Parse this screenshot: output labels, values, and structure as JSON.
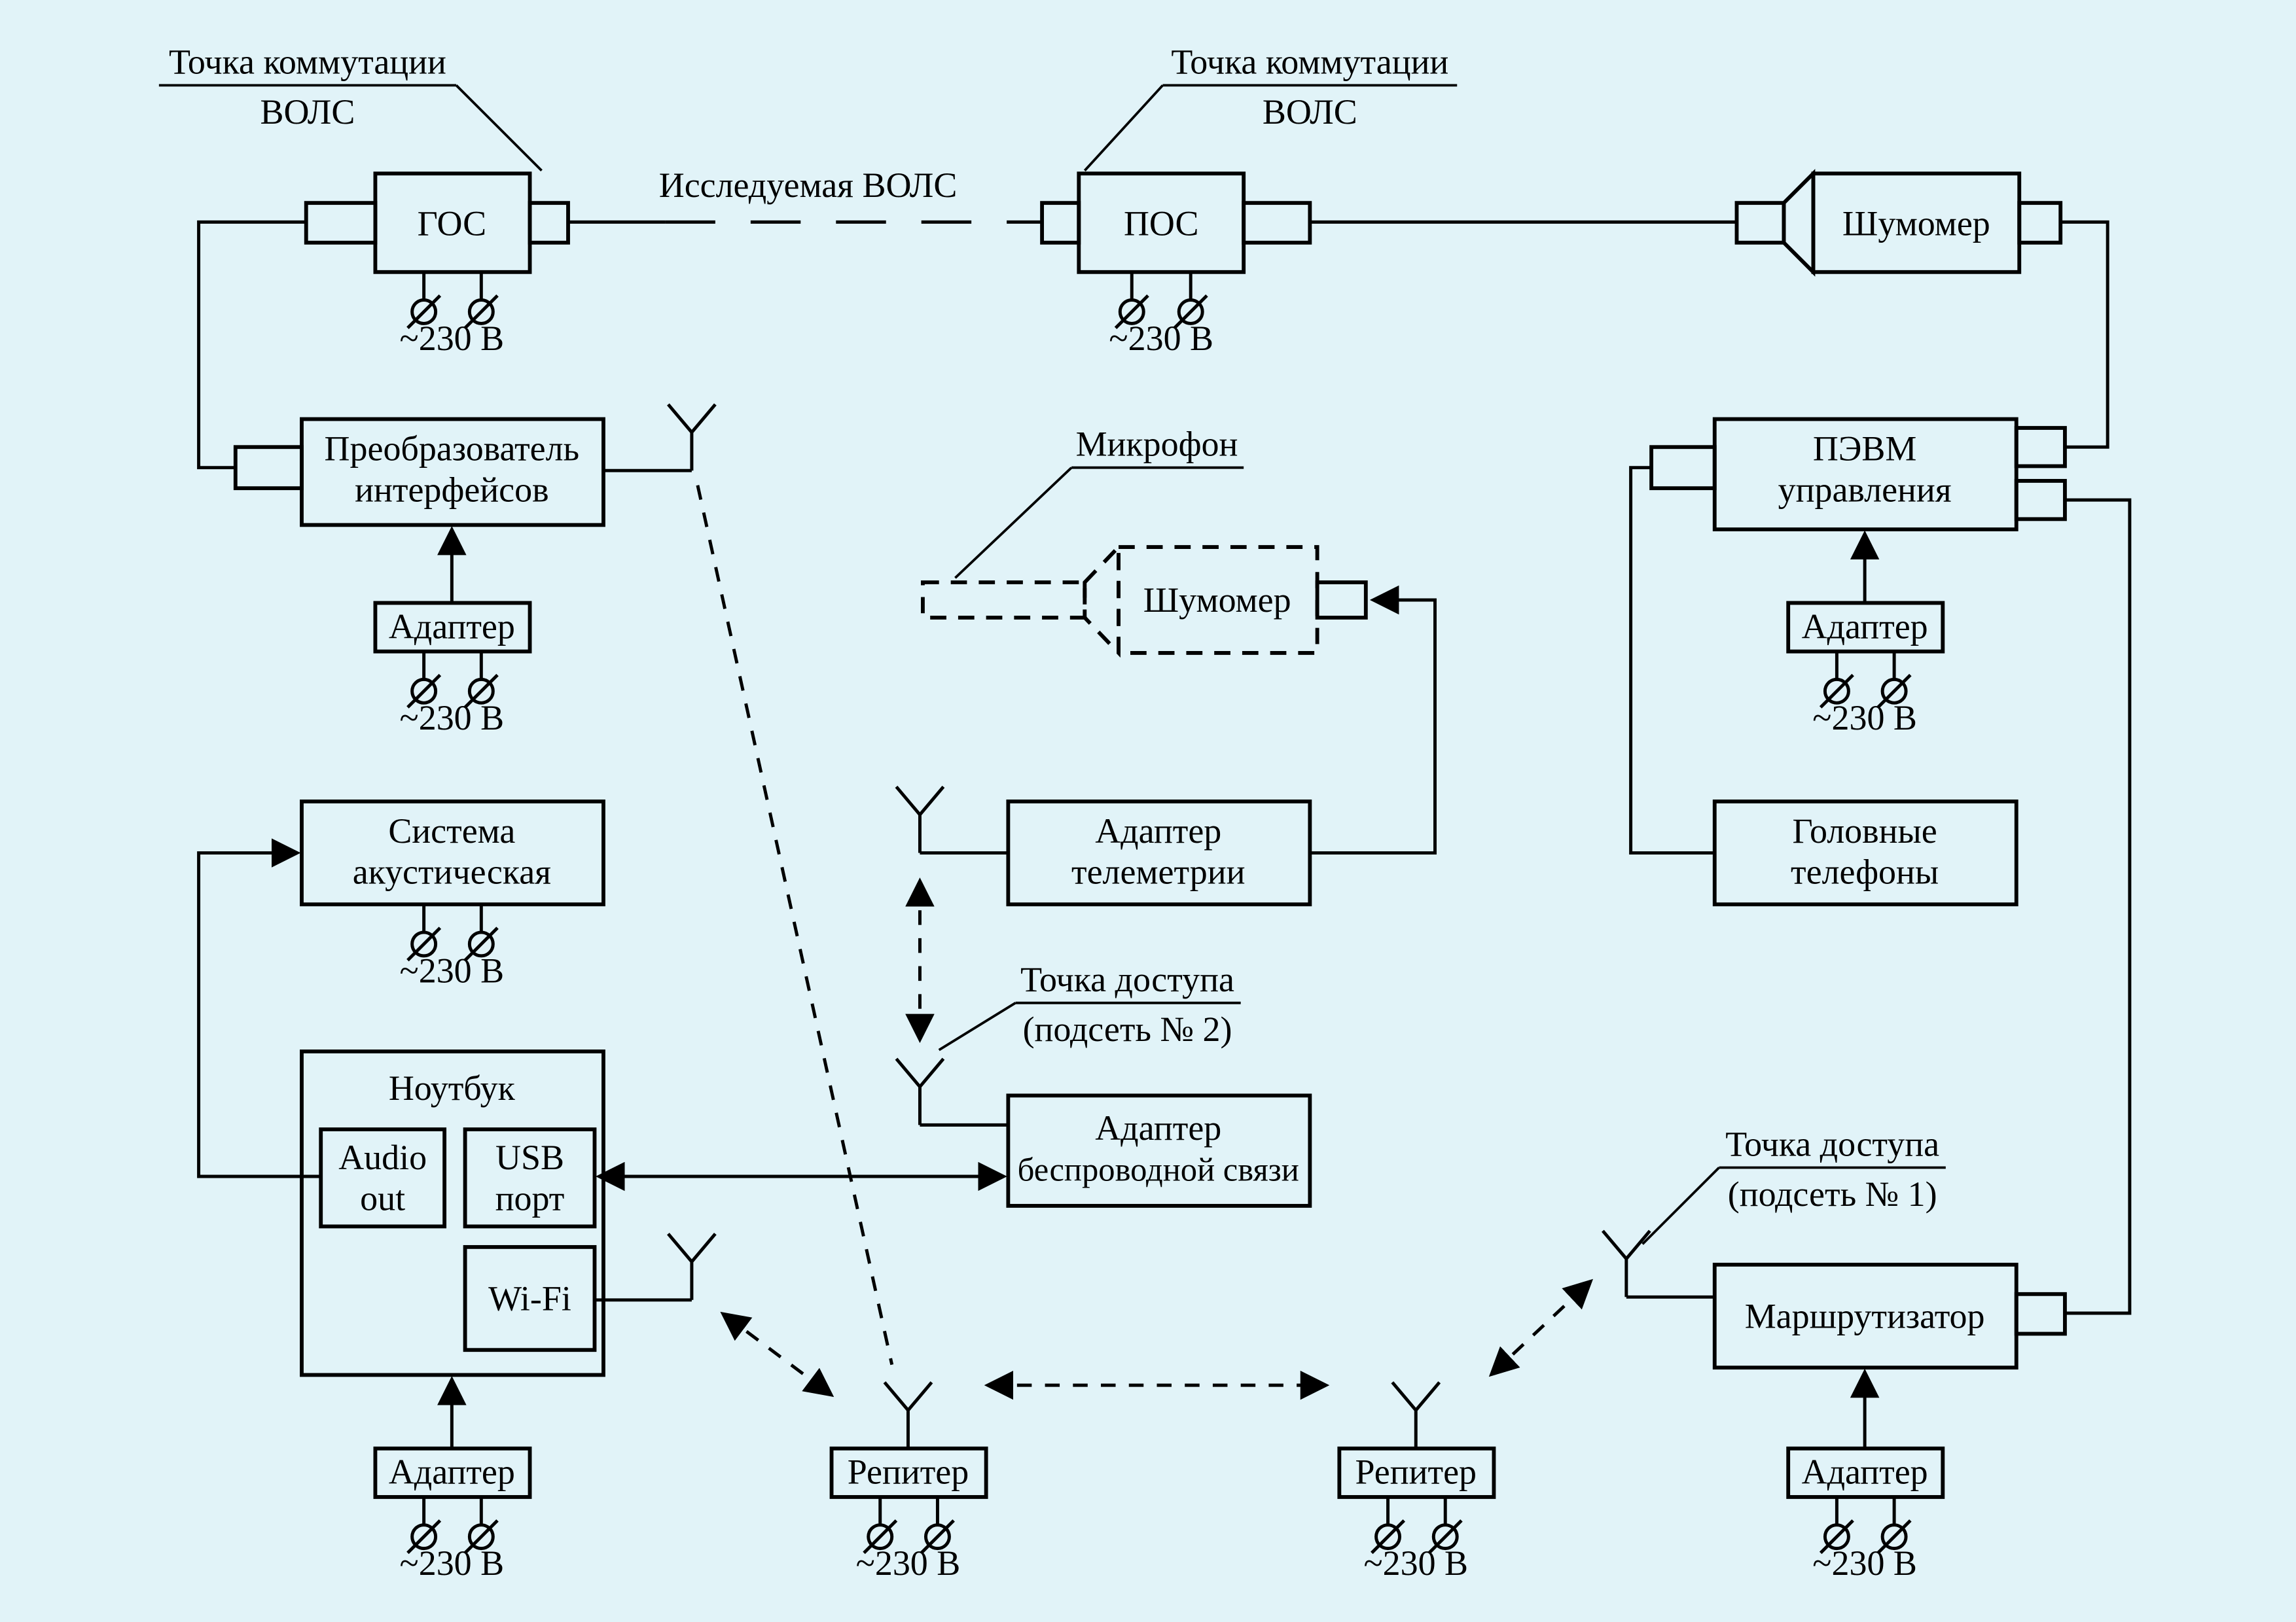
{
  "colors": {
    "background": "#e1f3f8",
    "line": "#000000"
  },
  "annotations": {
    "commutation_point": {
      "line1": "Точка коммутации",
      "line2": "ВОЛС"
    },
    "fiber_under_test": "Исследуемая ВОЛС",
    "microphone": "Микрофон",
    "access_point_subnet2": {
      "line1": "Точка доступа",
      "line2": "(подсеть № 2)"
    },
    "access_point_subnet1": {
      "line1": "Точка доступа",
      "line2": "(подсеть № 1)"
    },
    "mains_voltage": "~230 В"
  },
  "blocks": {
    "gos": {
      "label": "ГОС"
    },
    "pos": {
      "label": "ПОС"
    },
    "sound_meter": {
      "label": "Шумомер"
    },
    "sound_meter_mic": {
      "label": "Шумомер"
    },
    "interface_converter": {
      "line1": "Преобразователь",
      "line2": "интерфейсов"
    },
    "adapter": {
      "label": "Адаптер"
    },
    "control_pc": {
      "line1": "ПЭВМ",
      "line2": "управления"
    },
    "acoustic_system": {
      "line1": "Система",
      "line2": "акустическая"
    },
    "telemetry_adapter": {
      "line1": "Адаптер",
      "line2": "телеметрии"
    },
    "headphones": {
      "line1": "Головные",
      "line2": "телефоны"
    },
    "laptop": {
      "label": "Ноутбук"
    },
    "audio_out": {
      "line1": "Audio",
      "line2": "out"
    },
    "usb_port": {
      "line1": "USB",
      "line2": "порт"
    },
    "wifi": {
      "label": "Wi-Fi"
    },
    "wireless_adapter": {
      "line1": "Адаптер",
      "line2": "беспроводной связи"
    },
    "router": {
      "label": "Маршрутизатор"
    },
    "repeater": {
      "label": "Репитер"
    }
  }
}
